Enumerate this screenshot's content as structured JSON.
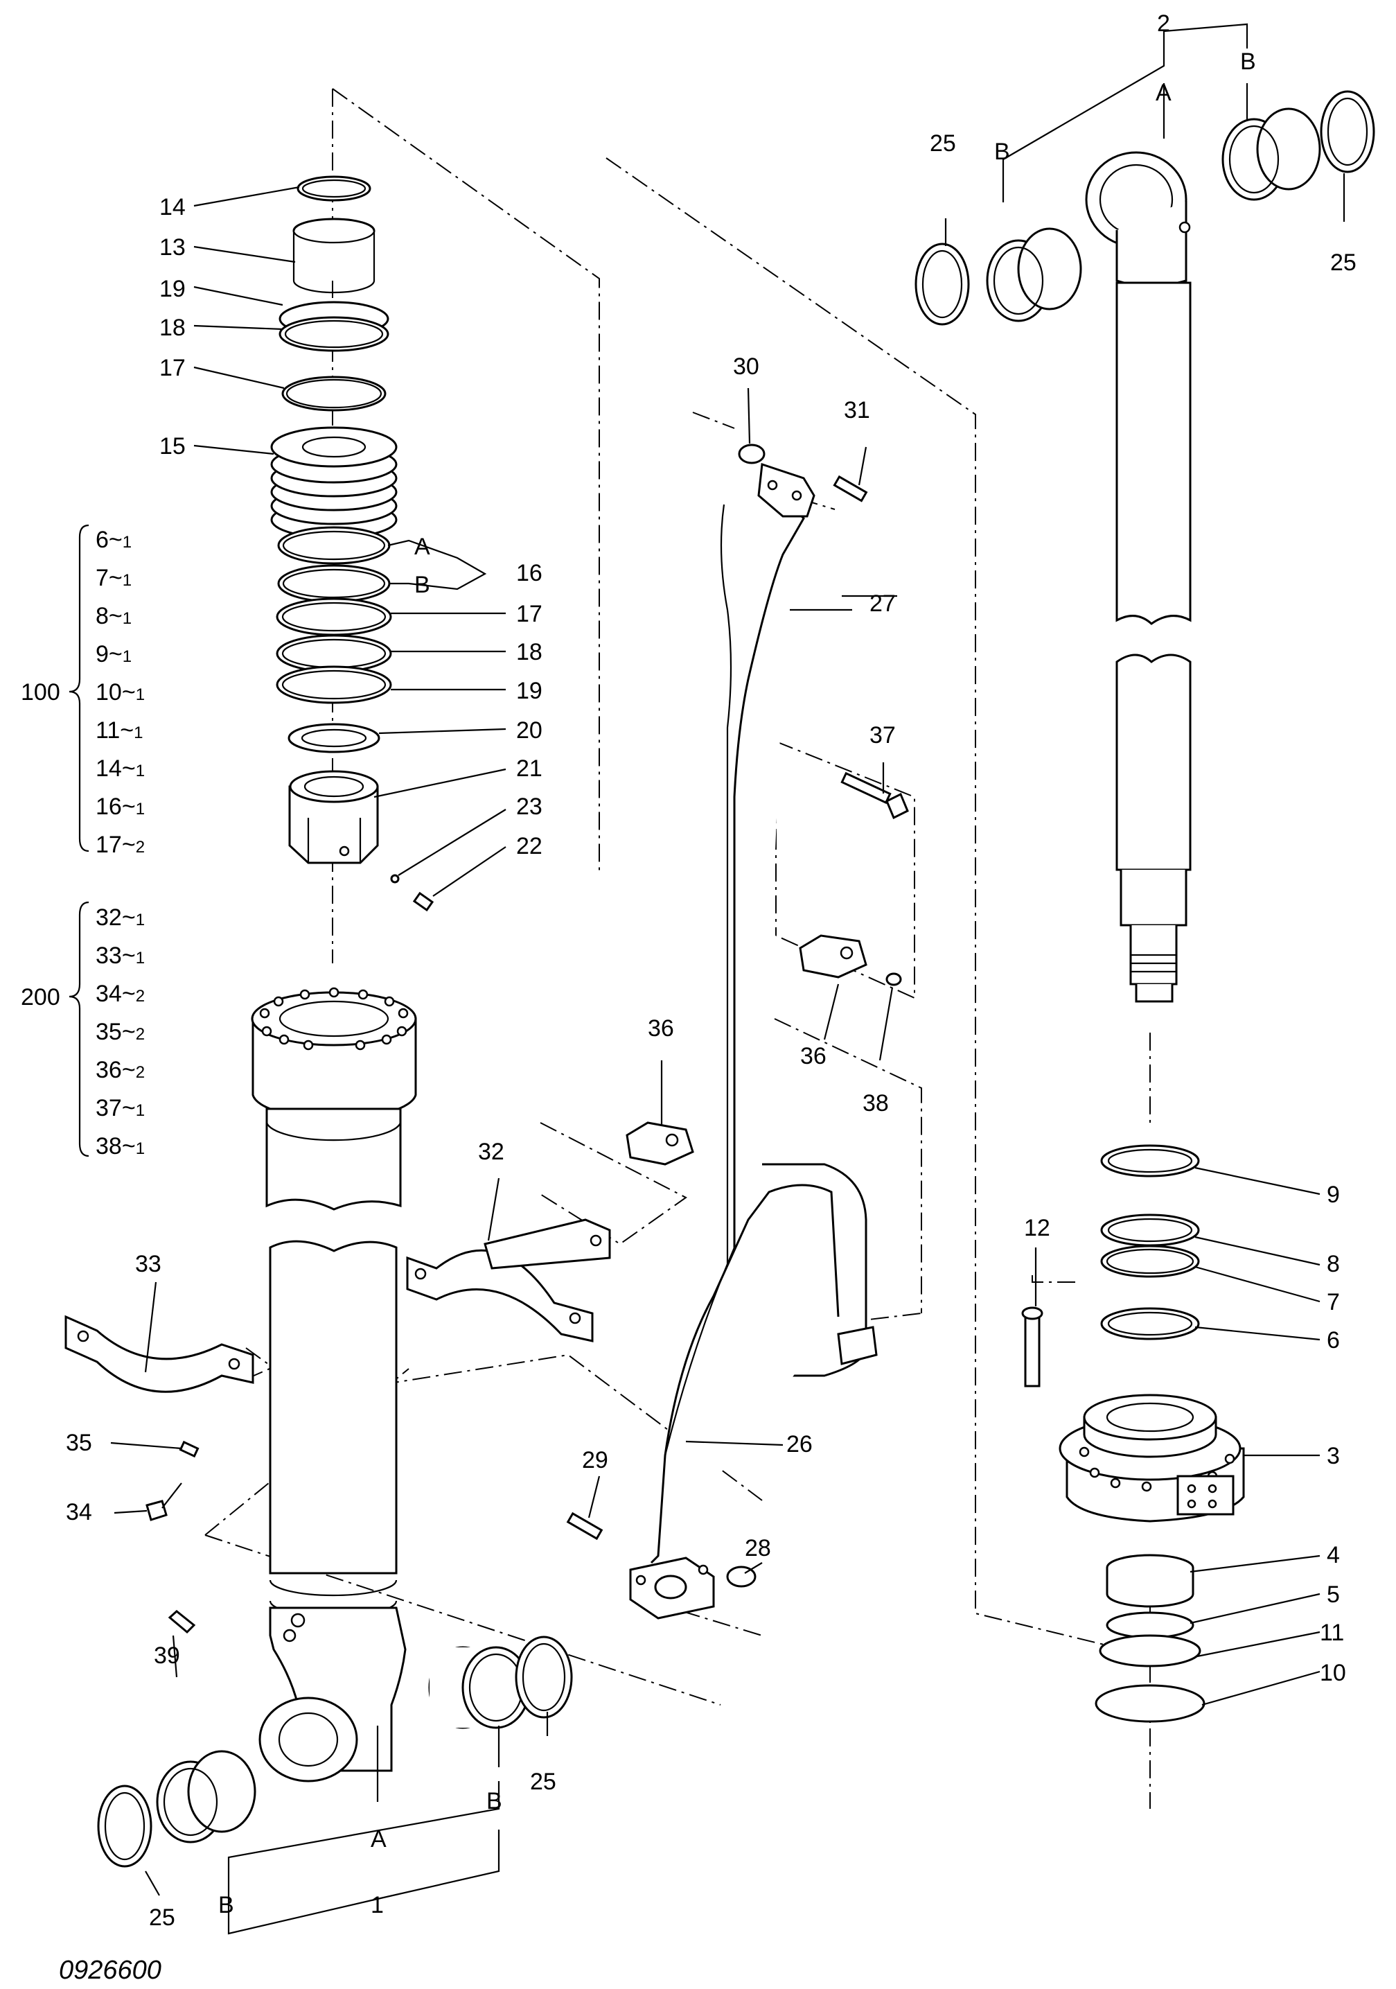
{
  "drawing_number": "0926600",
  "callouts": {
    "c1": "1",
    "c2": "2",
    "c3": "3",
    "c4": "4",
    "c5": "5",
    "c6": "6",
    "c7": "7",
    "c8": "8",
    "c9": "9",
    "c10": "10",
    "c11": "11",
    "c12": "12",
    "c13": "13",
    "c14": "14",
    "c15": "15",
    "c16": "16",
    "c17a": "17",
    "c17b": "17",
    "c18a": "18",
    "c18b": "18",
    "c19a": "19",
    "c19b": "19",
    "c20": "20",
    "c21": "21",
    "c22": "22",
    "c23": "23",
    "c25a": "25",
    "c25b": "25",
    "c25c": "25",
    "c25d": "25",
    "c26": "26",
    "c27": "27",
    "c28": "28",
    "c29": "29",
    "c30": "30",
    "c31": "31",
    "c32": "32",
    "c33": "33",
    "c34": "34",
    "c35": "35",
    "c36a": "36",
    "c36b": "36",
    "c37": "37",
    "c38": "38",
    "c39": "39"
  },
  "letters": {
    "a_top": "A",
    "b_top_left": "B",
    "b_top_right": "B",
    "a_16": "A",
    "b_16": "B",
    "a_bottom": "A",
    "b_bottom_left": "B",
    "b_bottom_right": "B"
  },
  "kit_100": {
    "label": "100",
    "items": [
      {
        "num": "6",
        "qty": "1"
      },
      {
        "num": "7",
        "qty": "1"
      },
      {
        "num": "8",
        "qty": "1"
      },
      {
        "num": "9",
        "qty": "1"
      },
      {
        "num": "10",
        "qty": "1"
      },
      {
        "num": "11",
        "qty": "1"
      },
      {
        "num": "14",
        "qty": "1"
      },
      {
        "num": "16",
        "qty": "1"
      },
      {
        "num": "17",
        "qty": "2"
      }
    ]
  },
  "kit_200": {
    "label": "200",
    "items": [
      {
        "num": "32",
        "qty": "1"
      },
      {
        "num": "33",
        "qty": "1"
      },
      {
        "num": "34",
        "qty": "2"
      },
      {
        "num": "35",
        "qty": "2"
      },
      {
        "num": "36",
        "qty": "2"
      },
      {
        "num": "37",
        "qty": "1"
      },
      {
        "num": "38",
        "qty": "1"
      }
    ]
  },
  "tilde": "~"
}
